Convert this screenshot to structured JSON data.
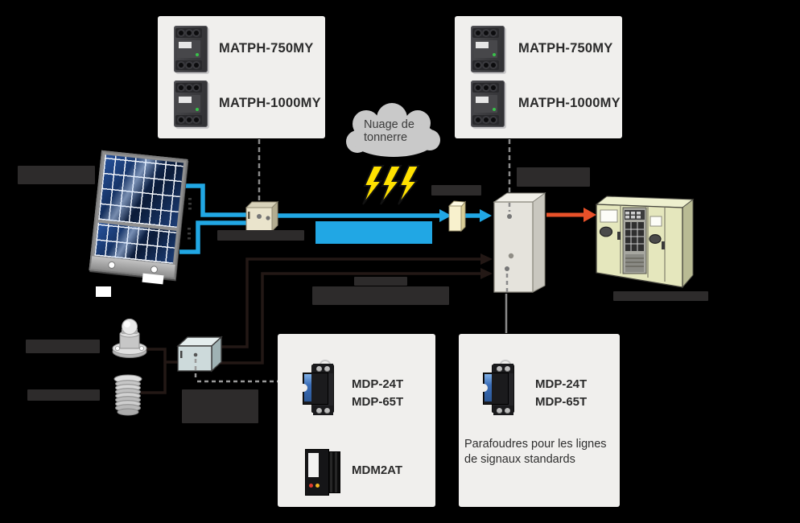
{
  "diagram": {
    "breaker_panel_left": {
      "models": [
        "MATPH-750MY",
        "MATPH-1000MY"
      ]
    },
    "breaker_panel_right": {
      "models": [
        "MATPH-750MY",
        "MATPH-1000MY"
      ]
    },
    "thundercloud_label": "Nuage de tonnerre",
    "signal_protector_panel_middle": {
      "models": [
        "MDP-24T",
        "MDP-65T",
        "MDM2AT"
      ]
    },
    "signal_protector_panel_right": {
      "models": [
        "MDP-24T",
        "MDP-65T"
      ],
      "caption": "Parafoudres pour les lignes de signaux standards"
    }
  },
  "colors": {
    "background": "#000000",
    "panel": "#f0efed",
    "label_bar": "#2d2b2b",
    "accent_blue": "#21a7e4",
    "arrow_red": "#e85129",
    "lightning_yellow": "#ffe100",
    "wire_dark": "#231815",
    "cloud_gray": "#c9c9c9"
  }
}
